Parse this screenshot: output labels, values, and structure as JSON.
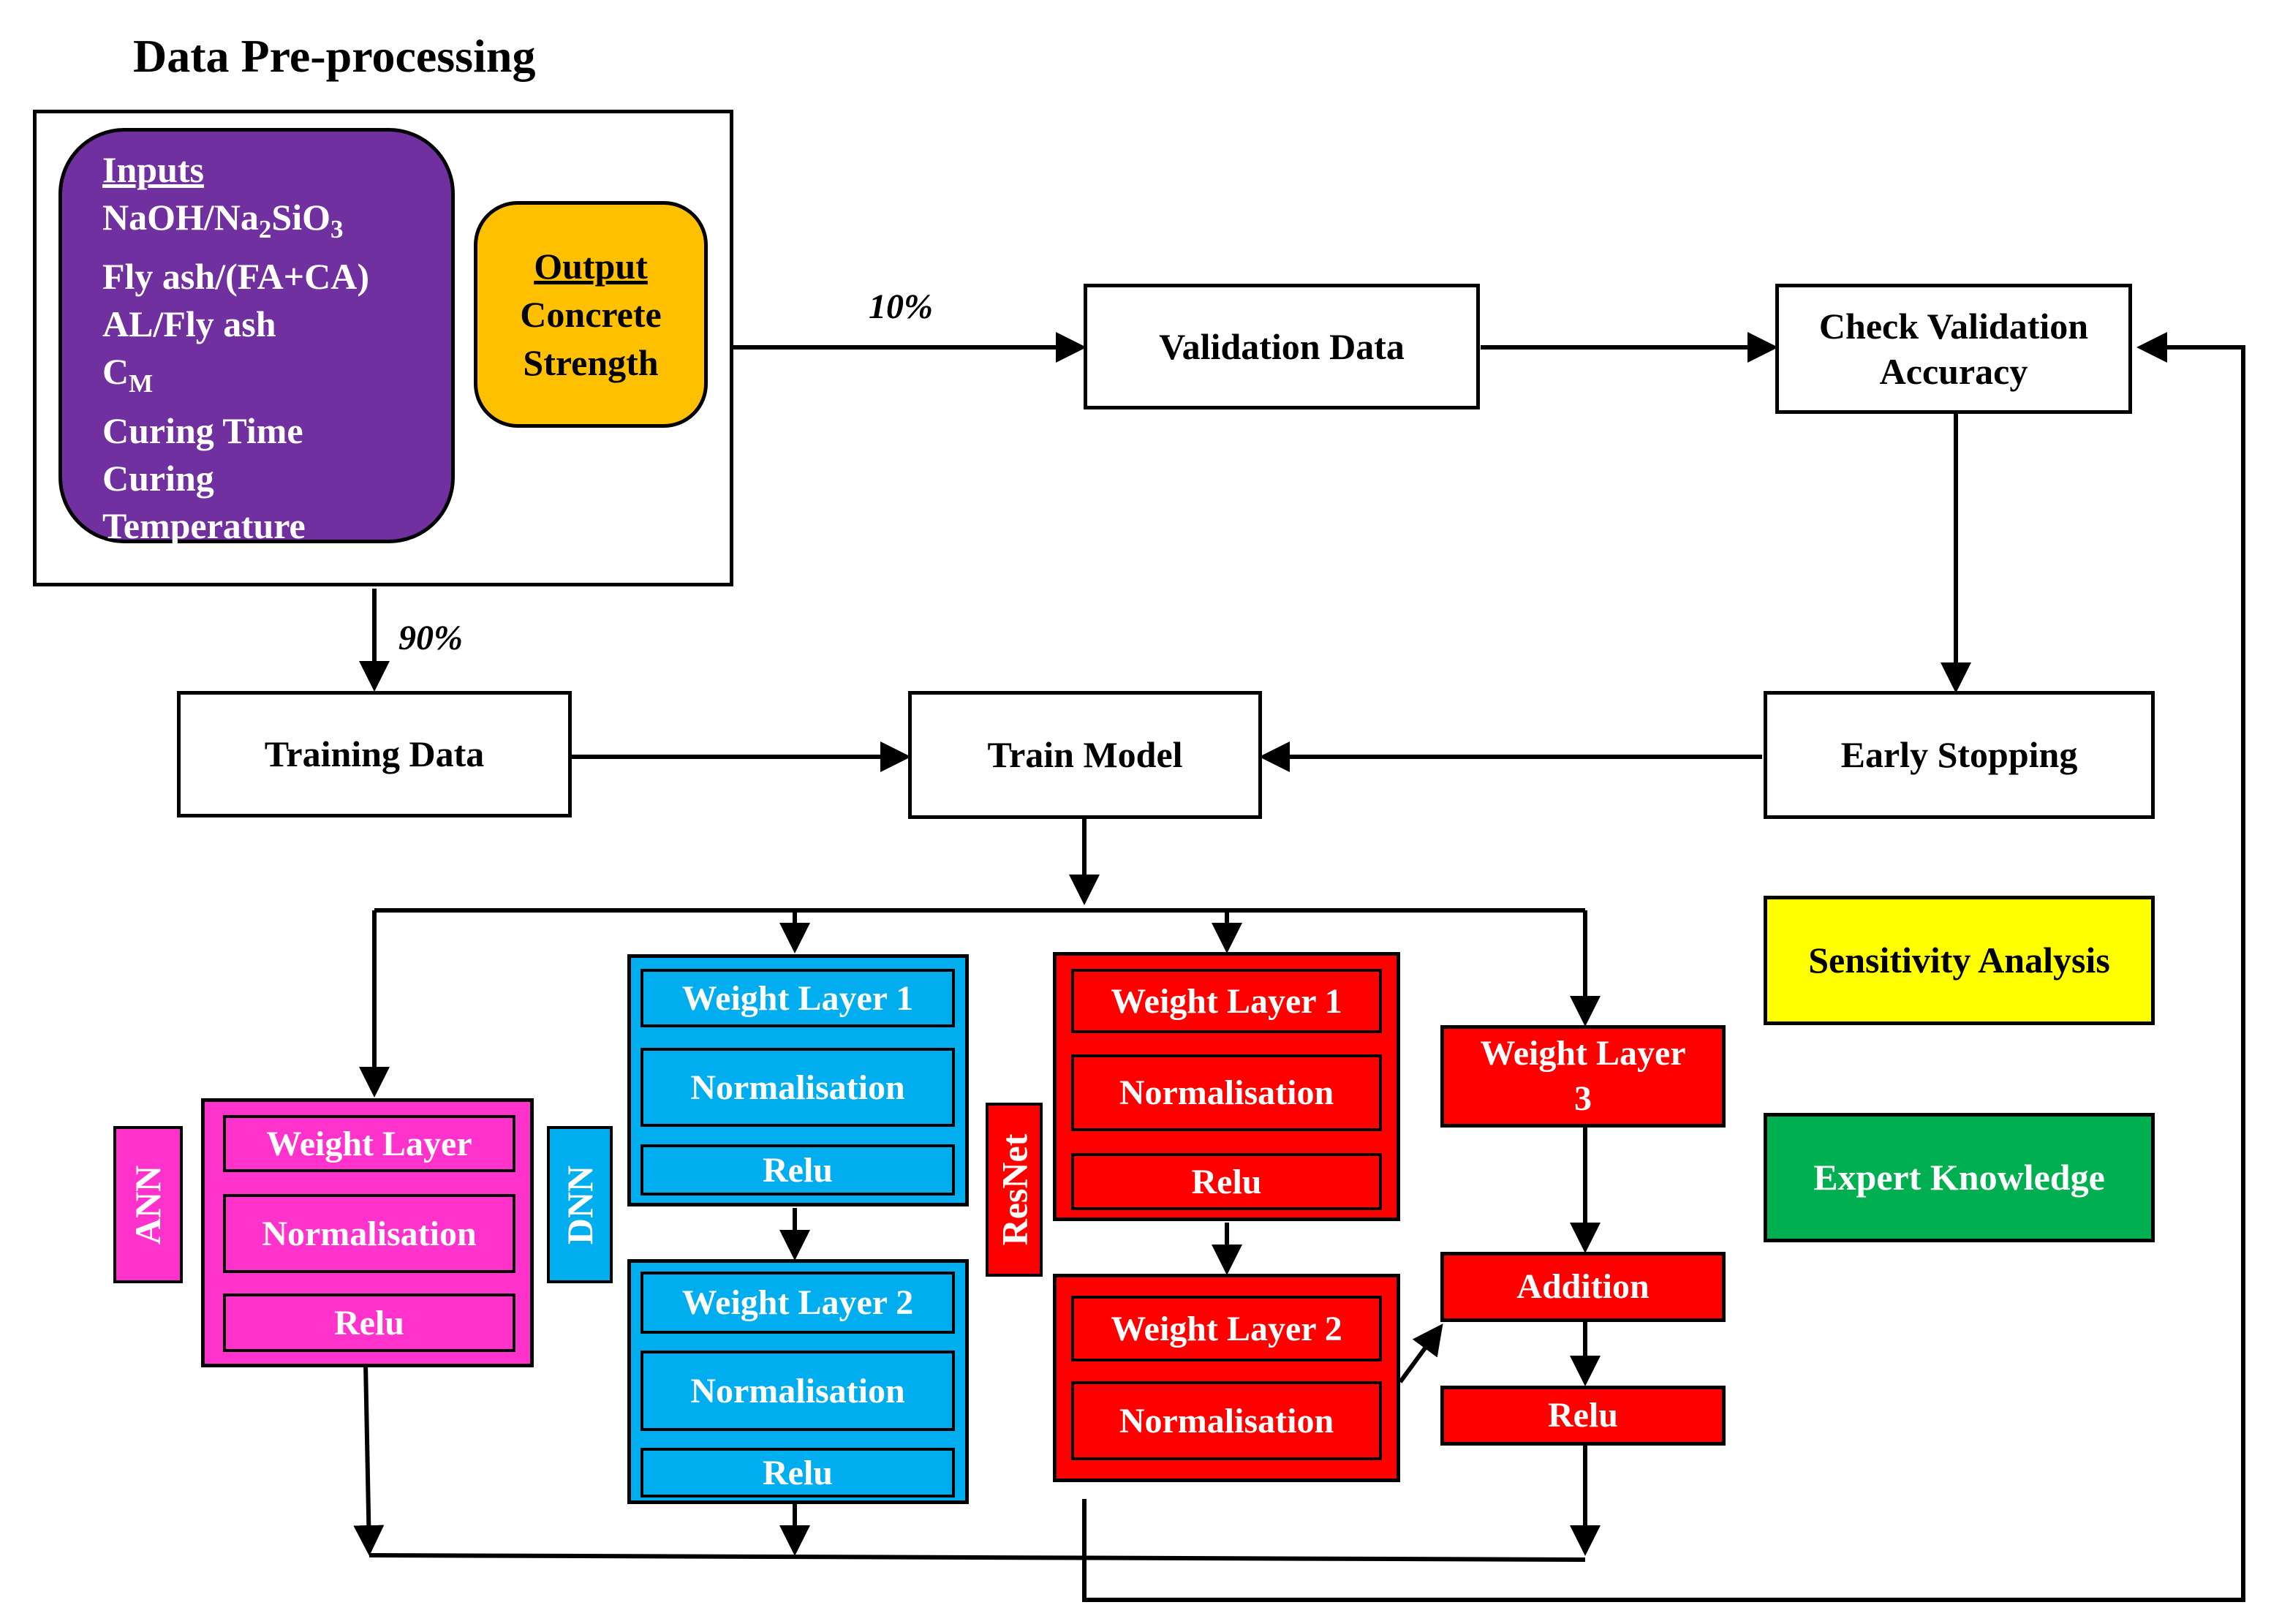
{
  "title": "Data Pre-processing",
  "inputs": {
    "heading": "Inputs",
    "naoh": "NaOH/Na",
    "naoh_sub1": "2",
    "naoh_mid": "SiO",
    "naoh_sub2": "3",
    "fly_ash": "Fly ash/(FA+CA)",
    "al_fly_ash": "AL/Fly ash",
    "cm": "C",
    "cm_sub": "M",
    "curing_time": "Curing Time",
    "curing": "Curing",
    "temperature": "Temperature"
  },
  "output": {
    "heading": "Output",
    "line1": "Concrete",
    "line2": "Strength"
  },
  "split": {
    "validation_pct": "10%",
    "training_pct": "90%"
  },
  "nodes": {
    "validation_data": "Validation Data",
    "check_validation_line1": "Check Validation",
    "check_validation_line2": "Accuracy",
    "training_data": "Training Data",
    "train_model": "Train Model",
    "early_stopping": "Early Stopping",
    "sensitivity": "Sensitivity Analysis",
    "expert": "Expert Knowledge"
  },
  "models": {
    "ann": {
      "tag": "ANN",
      "weight_layer": "Weight Layer",
      "normalisation": "Normalisation",
      "relu": "Relu"
    },
    "dnn": {
      "tag": "DNN",
      "block1": {
        "weight_layer": "Weight Layer 1",
        "normalisation": "Normalisation",
        "relu": "Relu"
      },
      "block2": {
        "weight_layer": "Weight Layer 2",
        "normalisation": "Normalisation",
        "relu": "Relu"
      }
    },
    "resnet": {
      "tag": "ResNet",
      "block1": {
        "weight_layer": "Weight Layer 1",
        "normalisation": "Normalisation",
        "relu": "Relu"
      },
      "block2": {
        "weight_layer": "Weight Layer 2",
        "normalisation": "Normalisation"
      },
      "weight_layer3_line1": "Weight Layer",
      "weight_layer3_line2": "3",
      "addition": "Addition",
      "relu": "Relu"
    }
  },
  "colors": {
    "inputs_fill": "#7030a0",
    "output_fill": "#ffc000",
    "ann_fill": "#ff33cc",
    "dnn_fill": "#00aeef",
    "resnet_fill": "#ff0000",
    "sensitivity_fill": "#ffff00",
    "expert_fill": "#00b050"
  }
}
